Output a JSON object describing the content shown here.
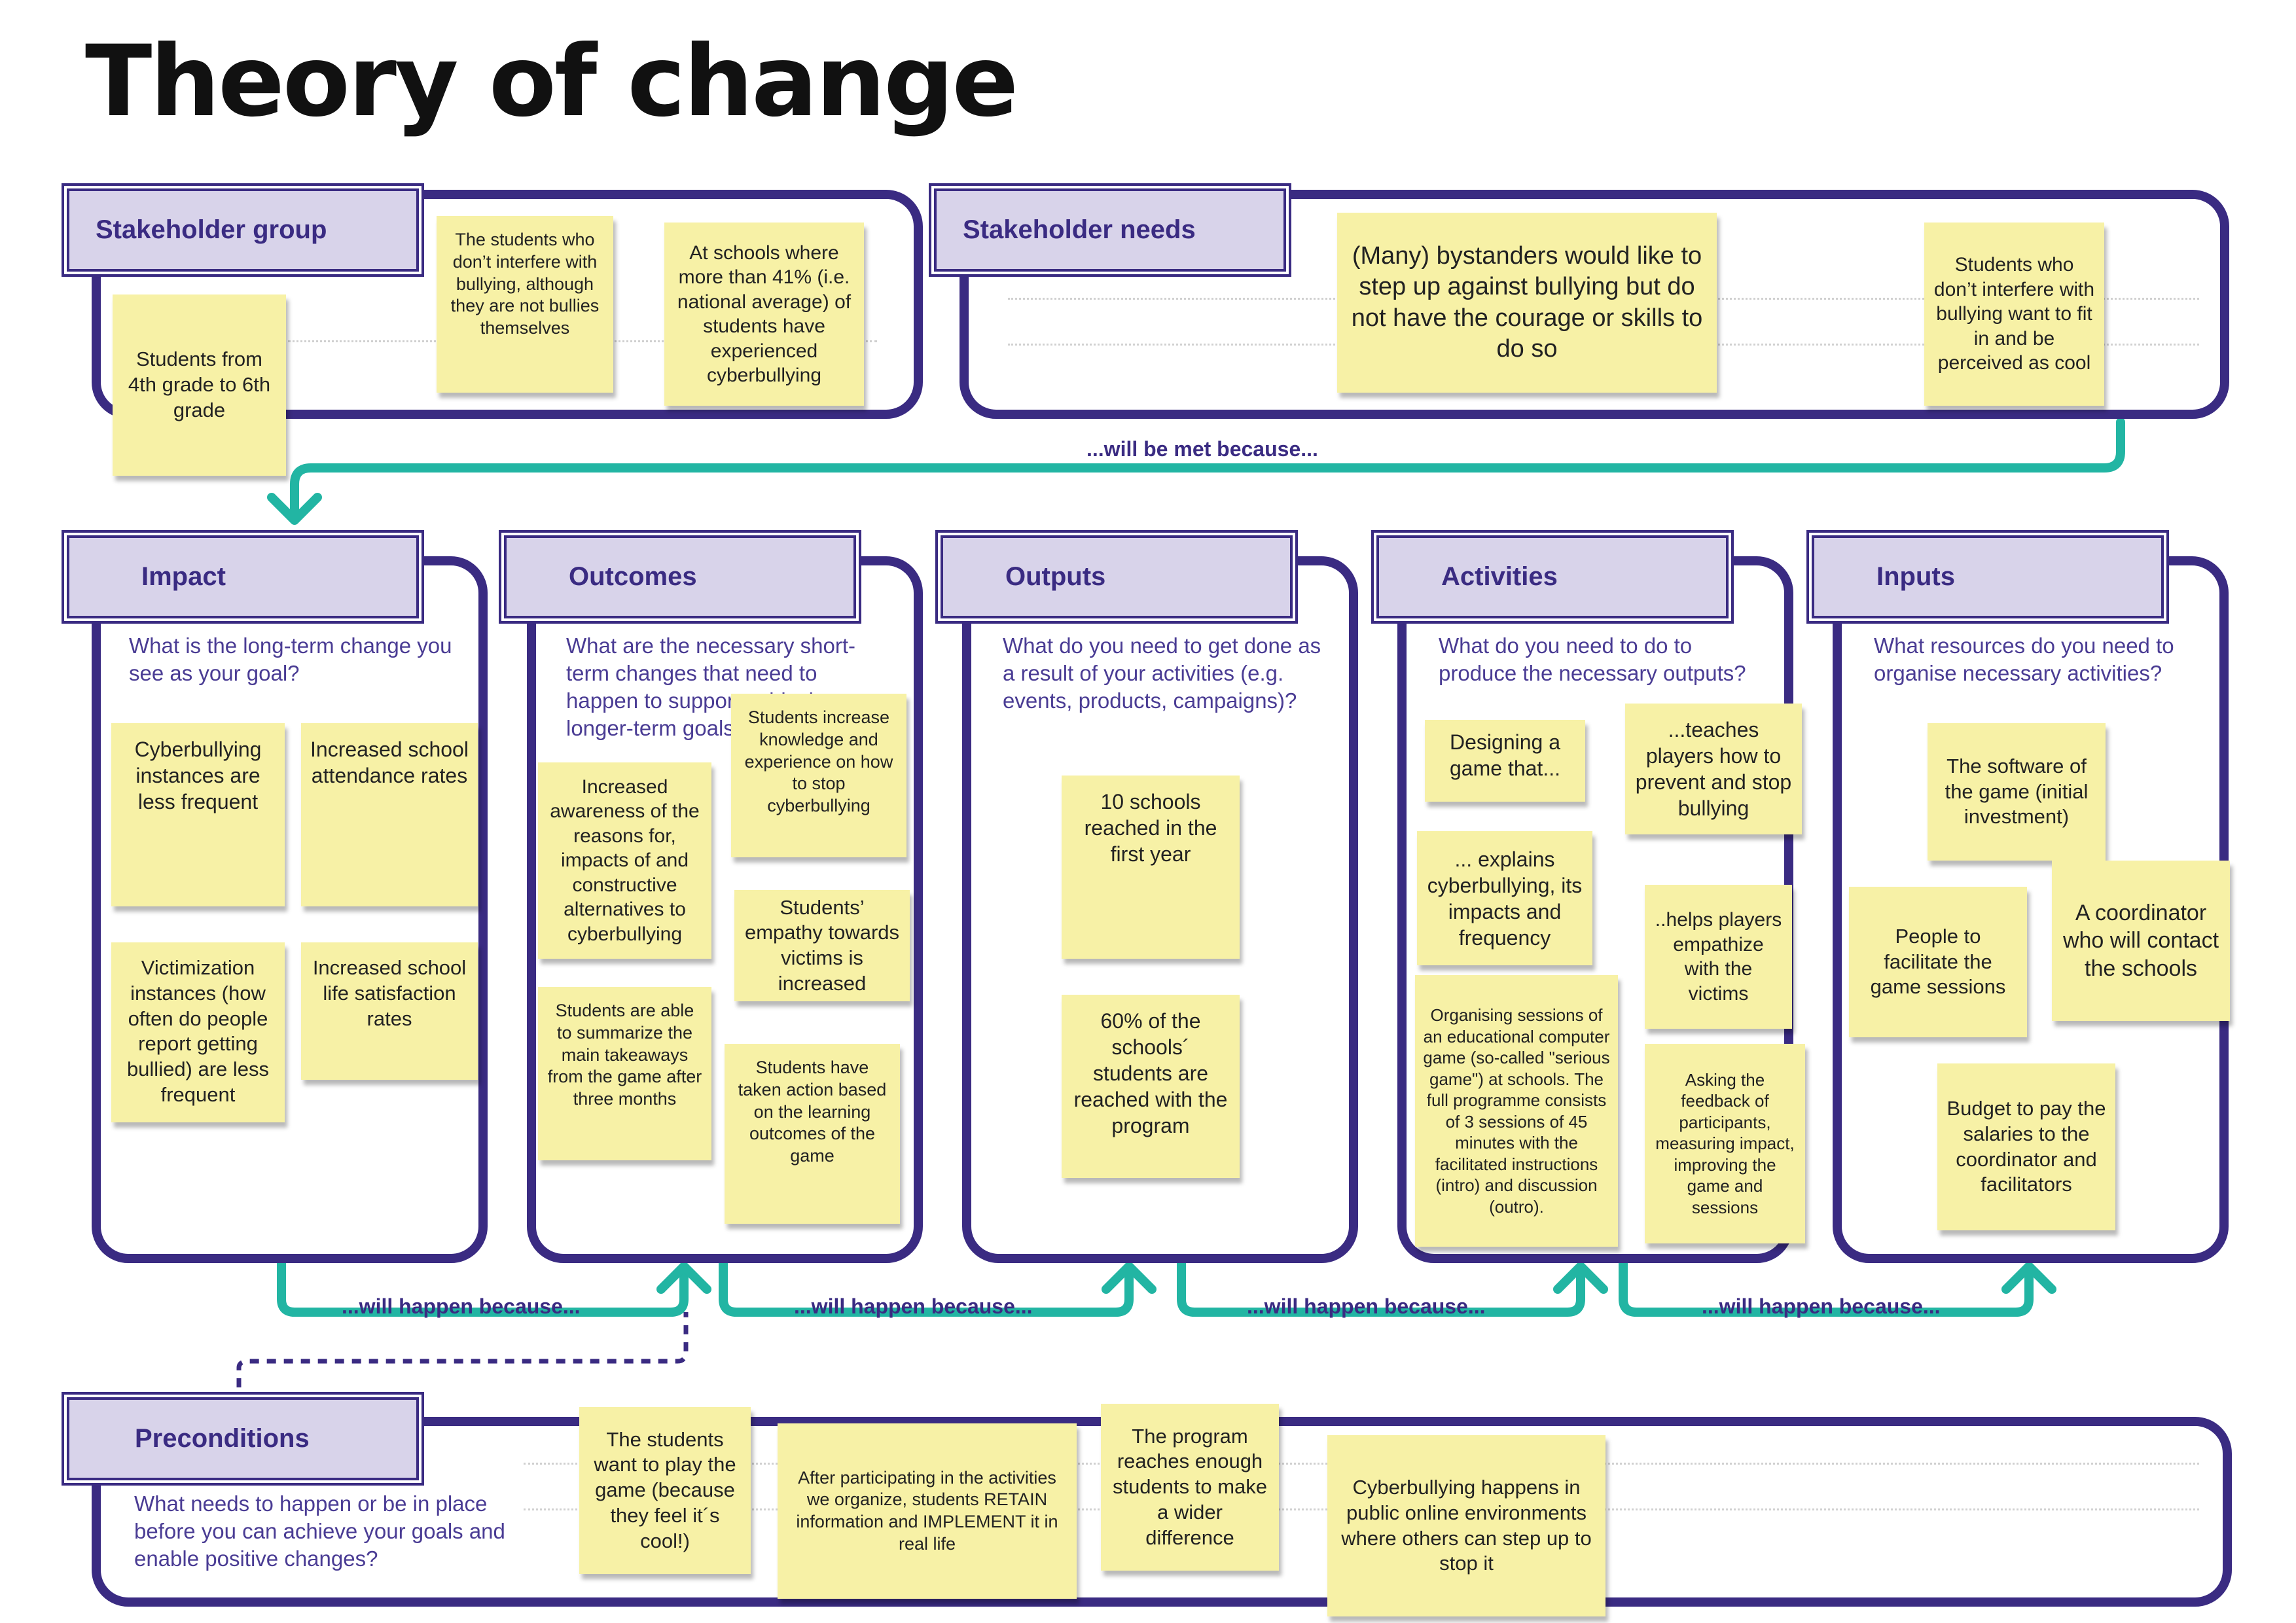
{
  "title": "Theory of change",
  "sections": {
    "stakeholder_group": {
      "label": "Stakeholder group",
      "notes": [
        "Students from 4th grade to 6th grade",
        "The students who don’t interfere with bullying, although they are not bullies themselves",
        "At schools where more than 41% (i.e. national average) of students have experienced cyberbullying"
      ]
    },
    "stakeholder_needs": {
      "label": "Stakeholder needs",
      "notes": [
        "(Many) bystanders would like to step up against bullying but do not have the courage or skills to do so",
        "Students who don’t interfere with bullying want to fit in and be perceived as cool"
      ]
    },
    "impact": {
      "label": "Impact",
      "question": "What is the long-term change you see as your goal?",
      "notes": [
        "Cyberbullying instances are less frequent",
        "Increased school attendance rates",
        "Victimization instances (how often do people report getting bullied) are less frequent",
        "Increased school life satisfaction rates"
      ]
    },
    "outcomes": {
      "label": "Outcomes",
      "question": "What are the necessary short-term changes that need to happen to support achieving longer-term goals?",
      "notes": [
        "Increased awareness of the reasons for, impacts of and constructive alternatives to cyberbullying",
        "Students increase knowledge and experience on how to stop cyberbullying",
        "Students’ empathy towards victims is increased",
        "Students are able to summarize the main takeaways from the game after three months",
        "Students have taken action based on the learning outcomes of the game"
      ]
    },
    "outputs": {
      "label": "Outputs",
      "question": "What do you need to get done as a result of your activities (e.g. events, products, campaigns)?",
      "notes": [
        "10 schools reached in the first year",
        "60% of the schools´ students are reached with the program"
      ]
    },
    "activities": {
      "label": "Activities",
      "question": "What do you need to do to produce the necessary outputs?",
      "notes": [
        "Designing a game that...",
        "...teaches players how to prevent and stop bullying",
        "... explains cyberbullying, its impacts and frequency",
        "..helps players empathize with the victims",
        "Organising sessions of an educational computer game (so-called \"serious game\") at schools. The full programme consists of 3 sessions of 45 minutes with the facilitated instructions (intro) and discussion (outro).",
        "Asking the feedback of participants, measuring impact, improving the game and sessions"
      ]
    },
    "inputs": {
      "label": "Inputs",
      "question": "What resources do you need to organise necessary activities?",
      "notes": [
        "The software of the game (initial investment)",
        "People to facilitate the game sessions",
        "A coordinator who will contact the schools",
        "Budget to pay the salaries to the coordinator and facilitators"
      ]
    },
    "preconditions": {
      "label": "Preconditions",
      "question": "What needs to happen or be in place before you can achieve your goals and enable positive changes?",
      "notes": [
        "The students want to play the game (because they feel it´s cool!)",
        "After participating in the activities we organize, students RETAIN information and IMPLEMENT it in real life",
        "The program reaches enough students to make a wider difference",
        "Cyberbullying happens in public online environments where others can step up to stop it"
      ]
    }
  },
  "links": {
    "needs_met": "...will be met because...",
    "happen_1": "...will happen because...",
    "happen_2": "...will happen because...",
    "happen_3": "...will happen because...",
    "happen_4": "...will happen because..."
  },
  "colors": {
    "frame": "#3a2b82",
    "tab_fill": "#d8d3ea",
    "question_text": "#4a3c94",
    "sticky_note": "#f7f1a6",
    "arrow_teal": "#22b5a3"
  }
}
